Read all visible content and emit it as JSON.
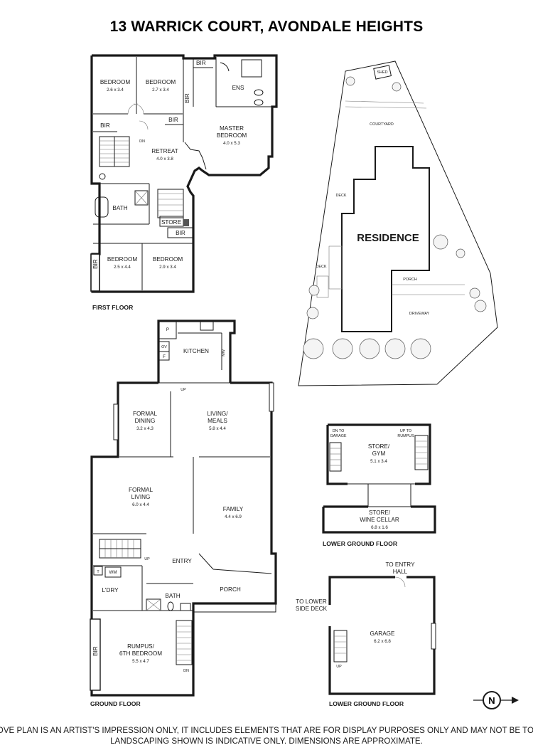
{
  "title": "13 WARRICK COURT, AVONDALE HEIGHTS",
  "floors": {
    "first": "FIRST FLOOR",
    "ground": "GROUND FLOOR",
    "lower1": "LOWER GROUND FLOOR",
    "lower2": "LOWER GROUND FLOOR"
  },
  "first_floor": {
    "bedroom1": {
      "name": "BEDROOM",
      "dim": "2.6 x 3.4"
    },
    "bedroom2": {
      "name": "BEDROOM",
      "dim": "2.7 x 3.4"
    },
    "retreat": {
      "name": "RETREAT",
      "dim": "4.0 x 3.8"
    },
    "master": {
      "name1": "MASTER",
      "name2": "BEDROOM",
      "dim": "4.0 x 5.3"
    },
    "ens": "ENS",
    "bath": "BATH",
    "store": "STORE",
    "bedroom3": {
      "name": "BEDROOM",
      "dim": "2.5 x 4.4"
    },
    "bedroom4": {
      "name": "BEDROOM",
      "dim": "2.9 x 3.4"
    },
    "bir": "BIR",
    "dn": "DN"
  },
  "ground_floor": {
    "kitchen": "KITCHEN",
    "p": "P",
    "ov": "OV",
    "f": "F",
    "mw": "MW",
    "up": "UP",
    "dn": "DN",
    "formal_dining": {
      "name1": "FORMAL",
      "name2": "DINING",
      "dim": "3.2 x 4.3"
    },
    "living_meals": {
      "name1": "LIVING/",
      "name2": "MEALS",
      "dim": "5.8 x 4.4"
    },
    "formal_living": {
      "name1": "FORMAL",
      "name2": "LIVING",
      "dim": "6.0 x 4.4"
    },
    "family": {
      "name": "FAMILY",
      "dim": "4.4 x 6.9"
    },
    "entry": "ENTRY",
    "porch": "PORCH",
    "wm": "WM",
    "t": "T",
    "ldry": "L'DRY",
    "bath": "BATH",
    "rumpus": {
      "name1": "RUMPUS/",
      "name2": "6TH BEDROOM",
      "dim": "5.5 x 4.7"
    },
    "bir": "BIR"
  },
  "site": {
    "shed": "SHED",
    "courtyard": "COURTYARD",
    "deck": "DECK",
    "residence": "RESIDENCE",
    "porch": "PORCH",
    "driveway": "DRIVEWAY"
  },
  "lower_ground": {
    "dn_to_garage": {
      "l1": "DN TO",
      "l2": "GARAGE"
    },
    "up_to_rumpus": {
      "l1": "UP TO",
      "l2": "RUMPUS"
    },
    "store_gym": {
      "name1": "STORE/",
      "name2": "GYM",
      "dim": "5.1 x 3.4"
    },
    "wine_cellar": {
      "name1": "STORE/",
      "name2": "WINE CELLAR",
      "dim": "6.8 x 1.6"
    }
  },
  "garage": {
    "to_entry": {
      "l1": "TO ENTRY",
      "l2": "HALL"
    },
    "to_deck": {
      "l1": "TO LOWER",
      "l2": "SIDE DECK"
    },
    "name": "GARAGE",
    "dim": "6.2 x 6.8",
    "up": "UP"
  },
  "compass": "N",
  "disclaimer": {
    "line1": "THE ABOVE PLAN IS AN ARTIST'S IMPRESSION ONLY, IT INCLUDES ELEMENTS THAT ARE FOR DISPLAY PURPOSES ONLY AND MAY NOT BE TO SCALE.",
    "line2": "LANDSCAPING SHOWN IS INDICATIVE ONLY. DIMENSIONS ARE APPROXIMATE."
  }
}
